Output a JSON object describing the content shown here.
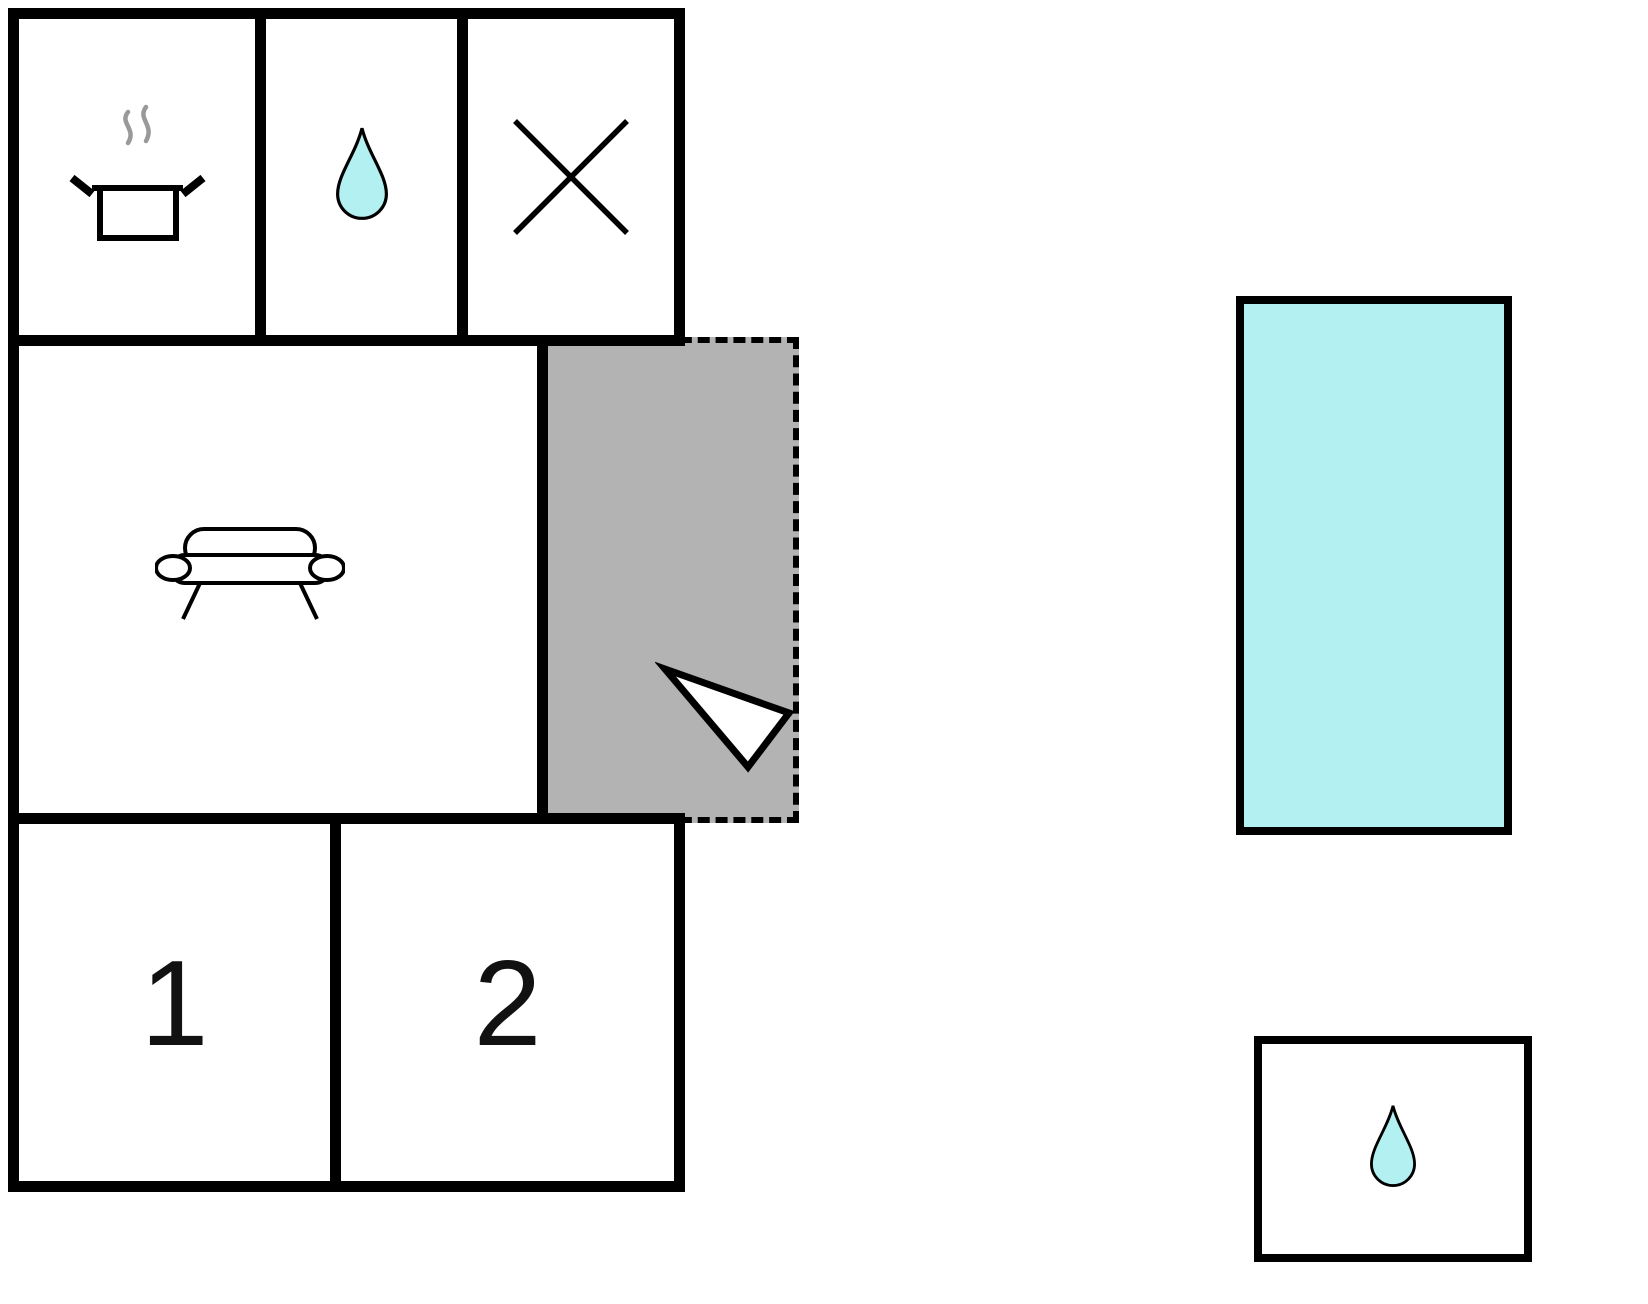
{
  "floorplan": {
    "bedroom_1": {
      "label": "1"
    },
    "bedroom_2": {
      "label": "2"
    },
    "rooms": [
      {
        "name": "kitchen",
        "icon": "cooking-pot-icon"
      },
      {
        "name": "bathroom",
        "icon": "water-drop-icon"
      },
      {
        "name": "crossed-room",
        "icon": "cross-icon"
      },
      {
        "name": "living-room",
        "icon": "sofa-icon"
      },
      {
        "name": "entrance-terrace",
        "icon": "direction-arrow-icon"
      },
      {
        "name": "bedroom-1",
        "label": "1"
      },
      {
        "name": "bedroom-2",
        "label": "2"
      },
      {
        "name": "pool",
        "fill": "#b2f0f2"
      },
      {
        "name": "outdoor-bathroom",
        "icon": "water-drop-icon"
      }
    ],
    "colors": {
      "wall": "#000000",
      "water_fill": "#b2f0f2",
      "terrace_fill": "#b3b3b3",
      "steam": "#999999",
      "background": "#ffffff"
    }
  }
}
